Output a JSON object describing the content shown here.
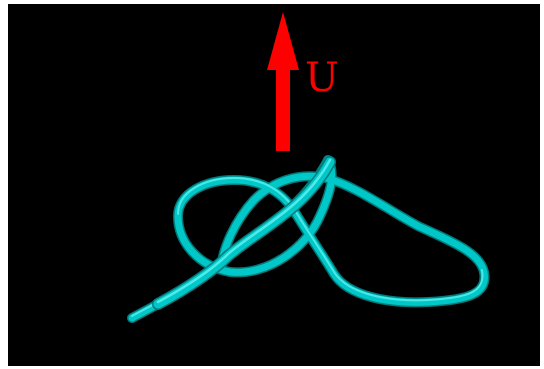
{
  "scene": {
    "background_color": "#000000",
    "arrow": {
      "label": "U",
      "color": "#ff0000",
      "direction": "up"
    },
    "curve": {
      "description_icon": "knotted-tube",
      "color": "#00c8c8",
      "highlight_color": "#5ff0f0",
      "shadow_color": "#007a7a"
    }
  }
}
